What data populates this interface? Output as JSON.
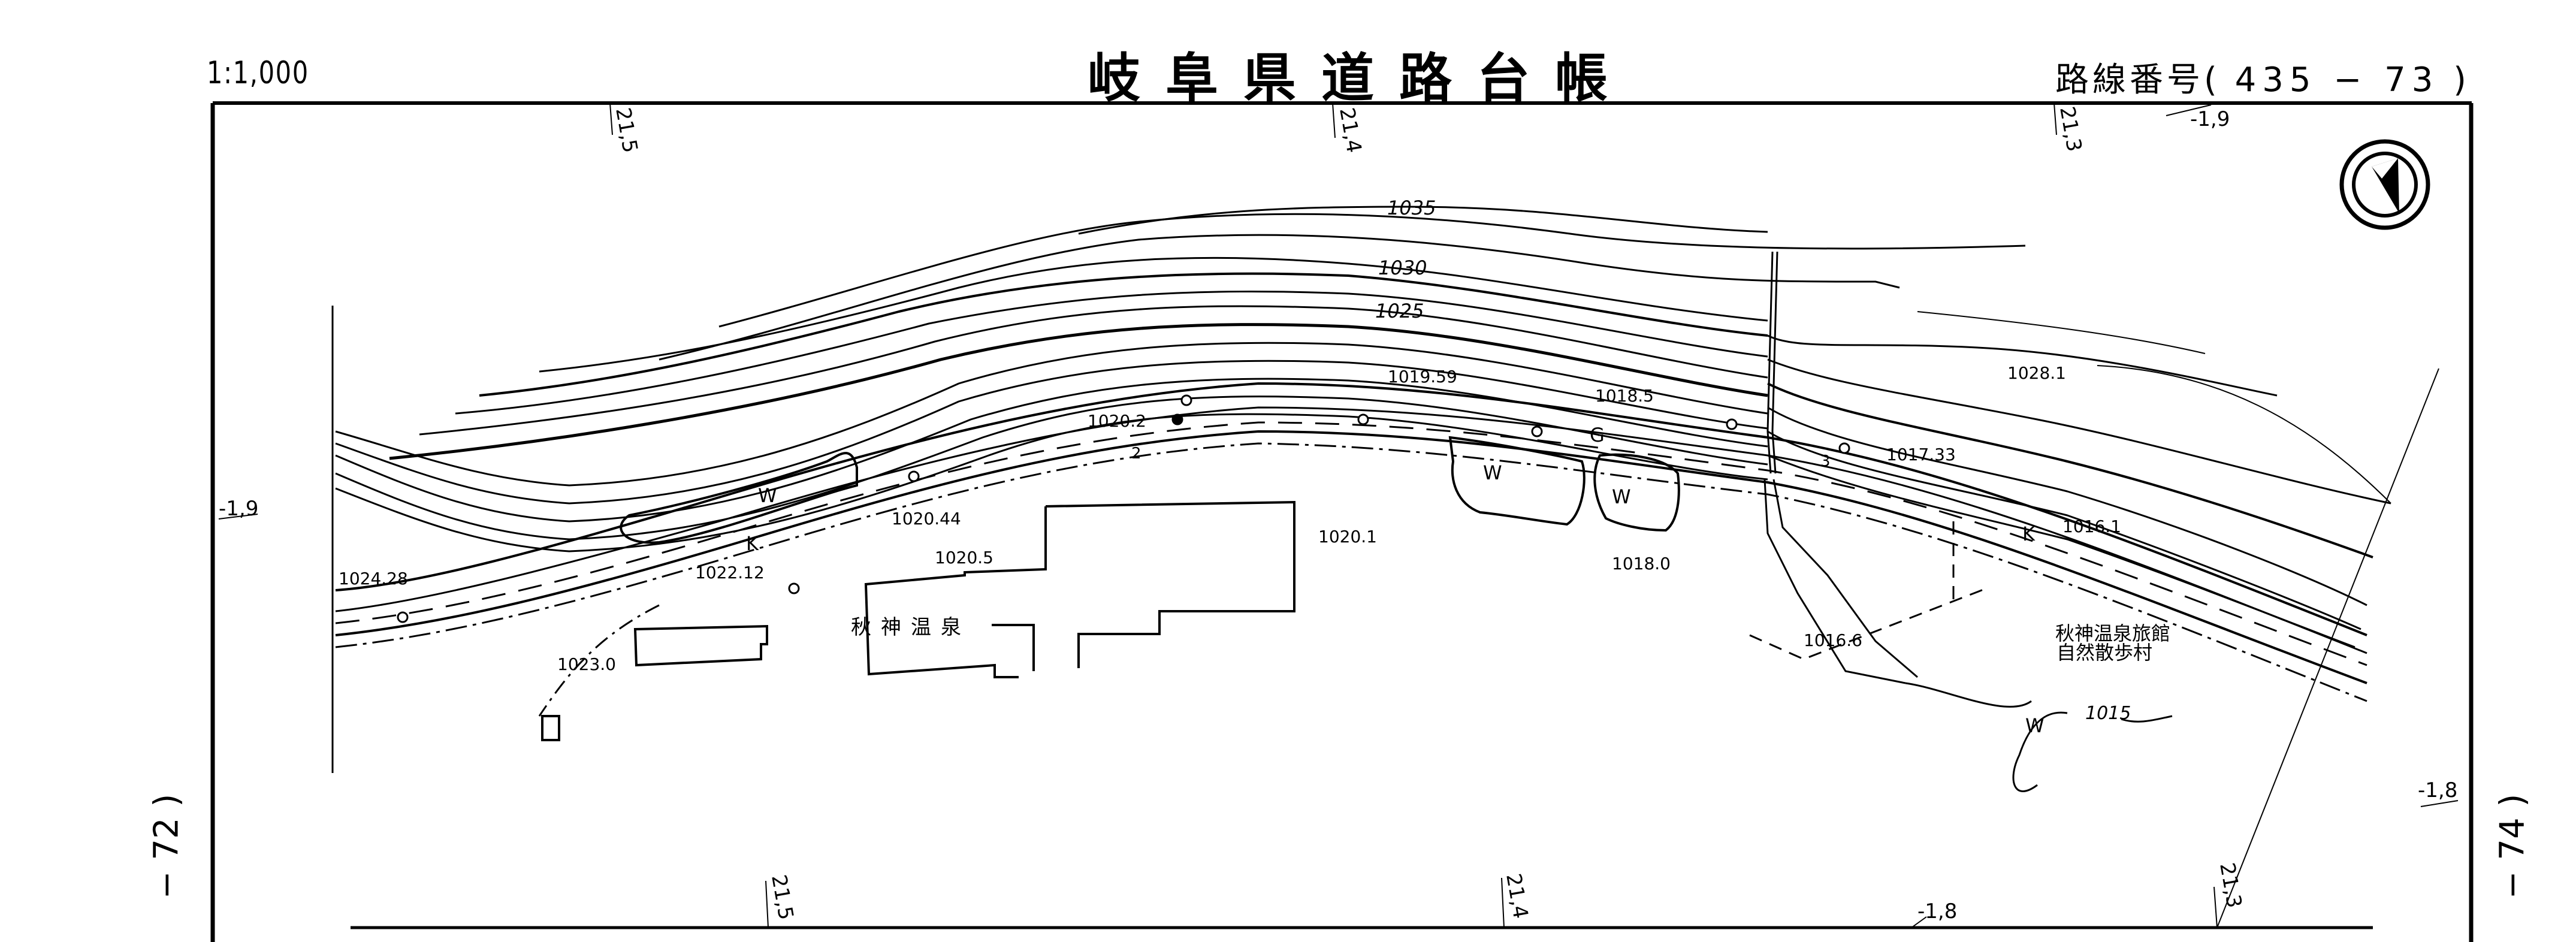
{
  "header": {
    "scale": "1:1,000",
    "title": "岐阜県道路台帳",
    "route_label": "路線番号(",
    "route_number": "435 − 73",
    "route_close": ")"
  },
  "adjacent_sheets": {
    "left": "− 72 )",
    "right": "− 74 )"
  },
  "grid_labels": {
    "top": [
      "21,5",
      "21,4",
      "21,3",
      "-1,9"
    ],
    "bottom": [
      "21,5",
      "21,4",
      "-1,8",
      "21,3"
    ],
    "left": [
      "-1,9"
    ],
    "right": [
      "-1,8"
    ]
  },
  "contour_labels": [
    "1035",
    "1030",
    "1025",
    "1015"
  ],
  "spot_heights": [
    "1019.59",
    "1020.2",
    "1018.5",
    "1017.33",
    "1028.1",
    "1016.1",
    "1020.44",
    "1020.5",
    "1020.1",
    "1018.0",
    "1016.6",
    "1024.28",
    "1022.12",
    "1023.0"
  ],
  "map_symbols": {
    "waterway": "W",
    "gutter": "G",
    "curb": "K"
  },
  "place_labels": {
    "onsen": "秋神温泉",
    "ryokan_line1": "秋神温泉旅館",
    "ryokan_line2": "自然散歩村"
  },
  "road_markers": [
    "2",
    "3"
  ],
  "icons": {
    "north_arrow": "north-arrow-icon"
  }
}
